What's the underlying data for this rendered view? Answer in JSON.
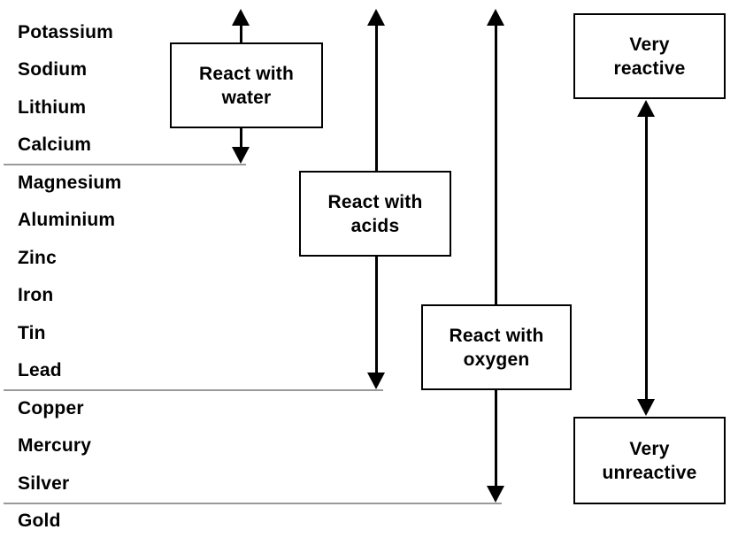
{
  "metals": {
    "items": [
      "Potassium",
      "Sodium",
      "Lithium",
      "Calcium",
      "Magnesium",
      "Aluminium",
      "Zinc",
      "Iron",
      "Tin",
      "Lead",
      "Copper",
      "Mercury",
      "Silver",
      "Gold"
    ]
  },
  "boxes": {
    "water": {
      "line1": "React with",
      "line2": "water"
    },
    "acids": {
      "line1": "React with",
      "line2": "acids"
    },
    "oxygen": {
      "line1": "React with",
      "line2": "oxygen"
    },
    "very_reactive": {
      "line1": "Very",
      "line2": "reactive"
    },
    "very_unreactive": {
      "line1": "Very",
      "line2": "unreactive"
    }
  },
  "colors": {
    "arrow": "#000000",
    "box_border": "#000000",
    "separator": "#9a9a9a",
    "text": "#000000",
    "background": "#ffffff"
  }
}
